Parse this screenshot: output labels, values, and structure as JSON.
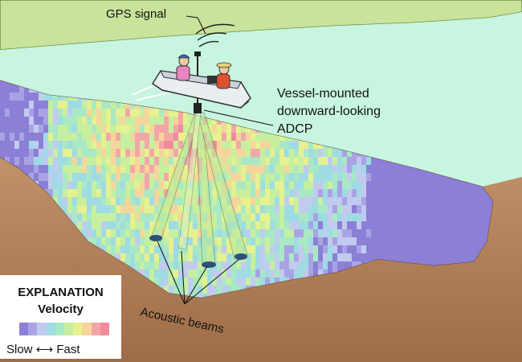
{
  "labels": {
    "gps": "GPS signal",
    "vessel_line1": "Vessel-mounted",
    "vessel_line2": "downward-looking",
    "vessel_line3": "ADCP",
    "beams": "Acoustic beams"
  },
  "legend": {
    "title": "EXPLANATION",
    "subtitle": "Velocity",
    "slow": "Slow",
    "fast": "Fast",
    "colors": [
      "#8b7fd6",
      "#a9a3e6",
      "#c2cbef",
      "#9fdbe3",
      "#a9e8c4",
      "#c6f0a0",
      "#e6f190",
      "#f6d59c",
      "#f3a6a8",
      "#ee8c9a"
    ]
  },
  "colors": {
    "land": "#c9e39a",
    "water": "#c8f5e0",
    "riverbed": "#b07e58",
    "fast_core": "#ee8c9a"
  }
}
